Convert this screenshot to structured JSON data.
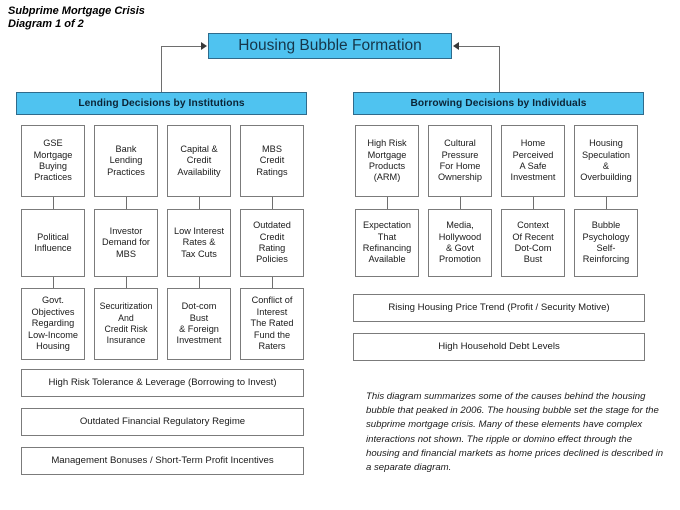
{
  "document": {
    "title_line1": "Subprime Mortgage Crisis",
    "title_line2": "Diagram 1 of 2",
    "title": "Subprime Mortgage Crisis\nDiagram 1 of 2"
  },
  "colors": {
    "header_fill": "#4FC3F0",
    "header_border": "#2f6b8c",
    "box_border": "#7b7b7b",
    "box_fill": "#ffffff",
    "connector": "#6e6e6e",
    "text": "#1a1a1a"
  },
  "top_node": {
    "label": "Housing Bubble Formation"
  },
  "columns": [
    {
      "id": "lending",
      "header": "Lending Decisions by Institutions",
      "rows": [
        [
          "GSE\nMortgage\nBuying\nPractices",
          "Bank\nLending\nPractices",
          "Capital &\nCredit\nAvailability",
          "MBS\nCredit\nRatings"
        ],
        [
          "Political\nInfluence",
          "Investor\nDemand for\nMBS",
          "Low Interest\nRates &\nTax Cuts",
          "Outdated\nCredit\nRating\nPolicies"
        ],
        [
          "Govt.\nObjectives\nRegarding\nLow-Income\nHousing",
          "Securitization\nAnd\nCredit Risk\nInsurance",
          "Dot-com\nBust\n& Foreign\nInvestment",
          "Conflict of\nInterest\nThe Rated\nFund the\nRaters"
        ]
      ],
      "wide_boxes": [
        "High Risk Tolerance & Leverage (Borrowing to Invest)",
        "Outdated Financial Regulatory Regime",
        "Management Bonuses / Short-Term Profit Incentives"
      ]
    },
    {
      "id": "borrowing",
      "header": "Borrowing Decisions by Individuals",
      "rows": [
        [
          "High Risk\nMortgage\nProducts\n(ARM)",
          "Cultural\nPressure\nFor Home\nOwnership",
          "Home\nPerceived\nA Safe\nInvestment",
          "Housing\nSpeculation\n&\nOverbuilding"
        ],
        [
          "Expectation\nThat\nRefinancing\nAvailable",
          "Media,\nHollywood\n& Govt\nPromotion",
          "Context\nOf Recent\nDot-Com\nBust",
          "Bubble\nPsychology\nSelf-\nReinforcing"
        ]
      ],
      "wide_boxes": [
        "Rising Housing Price Trend (Profit / Security Motive)",
        "High Household Debt Levels"
      ]
    }
  ],
  "caption": {
    "text": "This diagram summarizes some of the causes behind the housing bubble that peaked in 2006.  The housing bubble set the stage for the subprime mortgage crisis. Many of these elements have complex interactions not shown.  The ripple or domino effect through the housing and financial markets as home prices declined is described in a separate diagram."
  }
}
